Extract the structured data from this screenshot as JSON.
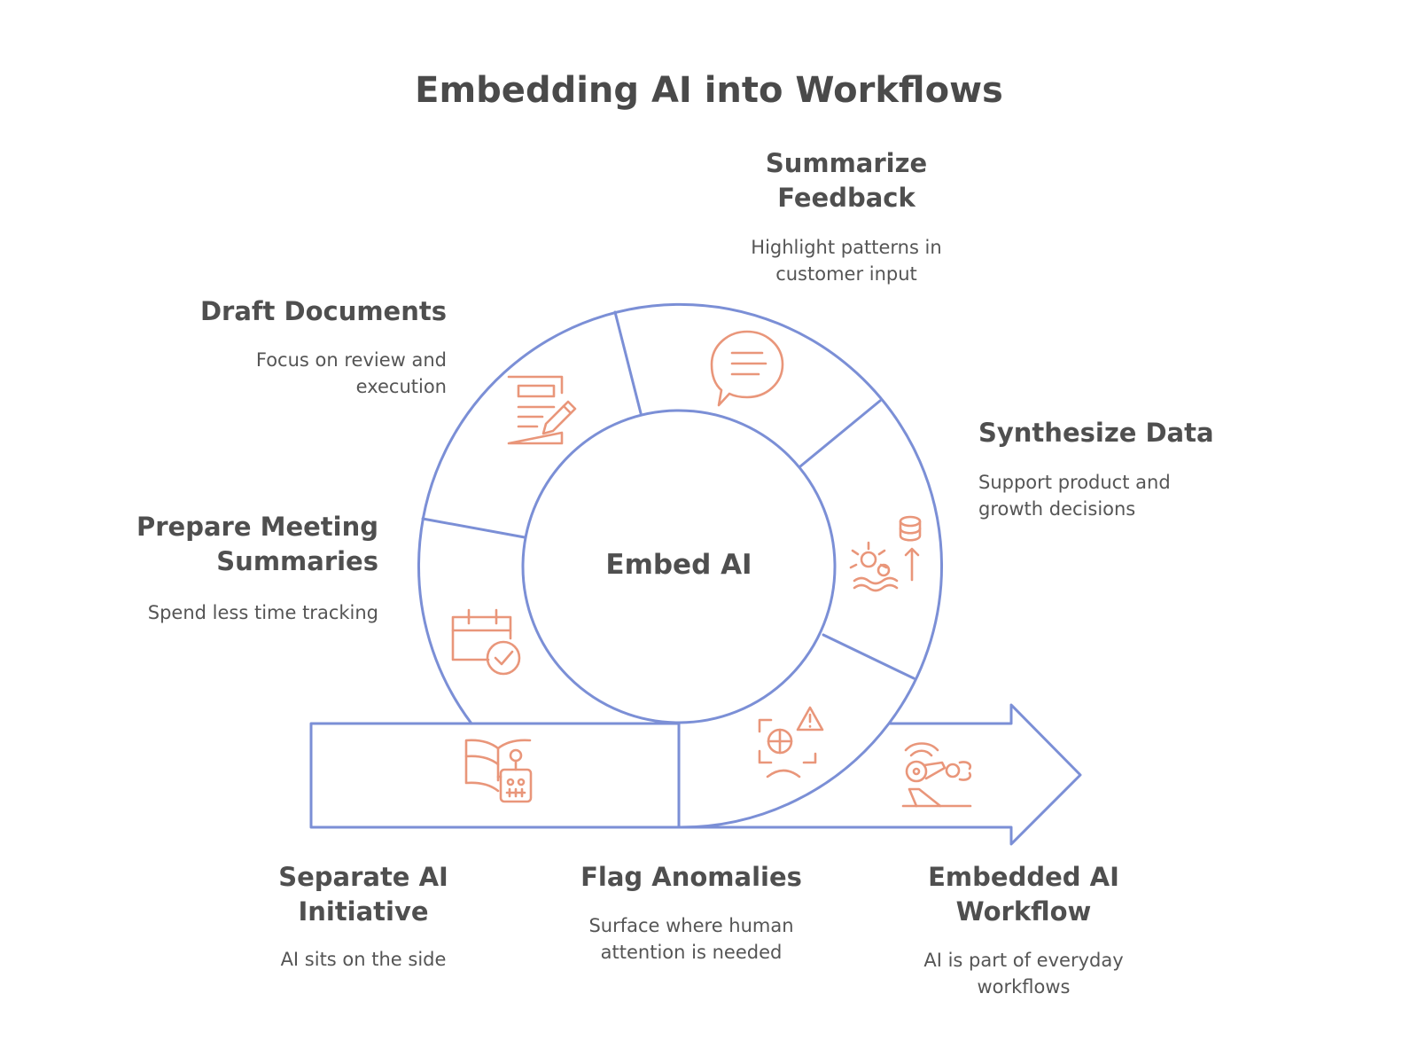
{
  "title": "Embedding AI into Workflows",
  "center_label": "Embed AI",
  "colors": {
    "outline": "#7b8fd6",
    "icon": "#e9967a",
    "text": "#4a4a4a"
  },
  "steps": [
    {
      "heading": "Summarize\nFeedback",
      "desc": "Highlight patterns in\ncustomer input",
      "icon": "speech-bubble-icon"
    },
    {
      "heading": "Draft Documents",
      "desc": "Focus on review and\nexecution",
      "icon": "document-pencil-icon"
    },
    {
      "heading": "Synthesize Data",
      "desc": "Support product and\ngrowth decisions",
      "icon": "database-gears-icon"
    },
    {
      "heading": "Prepare Meeting\nSummaries",
      "desc": "Spend less time tracking",
      "icon": "calendar-check-icon"
    },
    {
      "heading": "Flag Anomalies",
      "desc": "Surface where human\nattention is needed",
      "icon": "scan-alert-icon"
    }
  ],
  "start": {
    "heading": "Separate AI\nInitiative",
    "desc": "AI sits on the side",
    "icon": "book-robot-icon"
  },
  "end": {
    "heading": "Embedded AI\nWorkflow",
    "desc": "AI is part of everyday\nworkflows",
    "icon": "robot-arm-icon"
  }
}
